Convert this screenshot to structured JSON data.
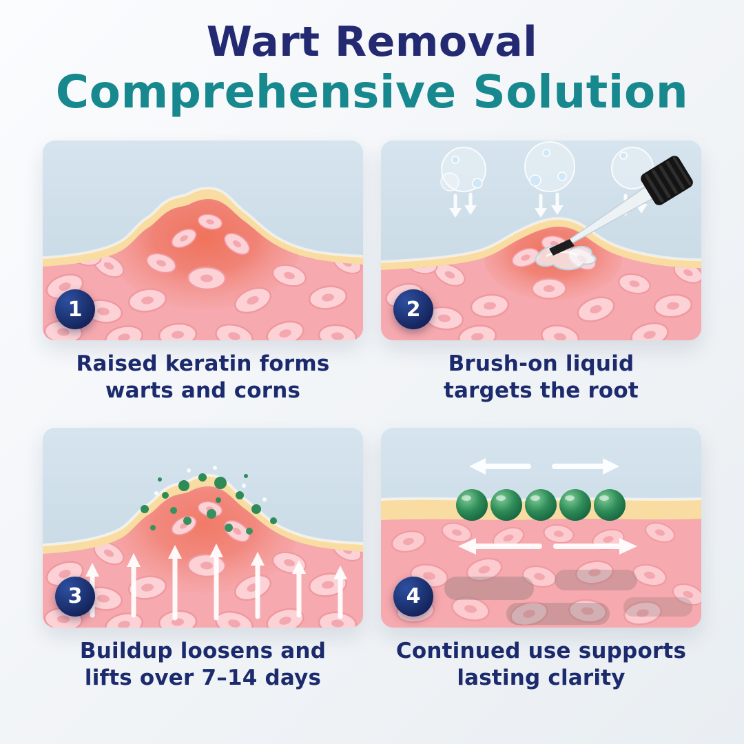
{
  "title": {
    "line1": "Wart Removal",
    "line2": "Comprehensive Solution"
  },
  "colors": {
    "title_navy": "#232a72",
    "title_teal": "#17888e",
    "caption_navy": "#1c2b6d",
    "badge_navy": "#14245c",
    "panel_sky": "#cfdfe9",
    "skin_cream": "#f8dca2",
    "skin_pink": "#f6a9ae",
    "wart_red": "#f0785e",
    "dot_green": "#2e8b57",
    "arrow_white": "#ffffff"
  },
  "panels": [
    {
      "number": "1",
      "caption_line1": "Raised keratin forms",
      "caption_line2": "warts and corns",
      "illustration": "skin cross-section with raised wart bump"
    },
    {
      "number": "2",
      "caption_line1": "Brush-on liquid",
      "caption_line2": "targets the root",
      "illustration": "brush applicator painting liquid on wart with bubbles above"
    },
    {
      "number": "3",
      "caption_line1": "Buildup loosens and",
      "caption_line2": "lifts over 7–14 days",
      "illustration": "green particles on wart with white arrows lifting upward"
    },
    {
      "number": "4",
      "caption_line1": "Continued use supports",
      "caption_line2": "lasting clarity",
      "illustration": "smooth skin with green spheres and horizontal arrows"
    }
  ]
}
